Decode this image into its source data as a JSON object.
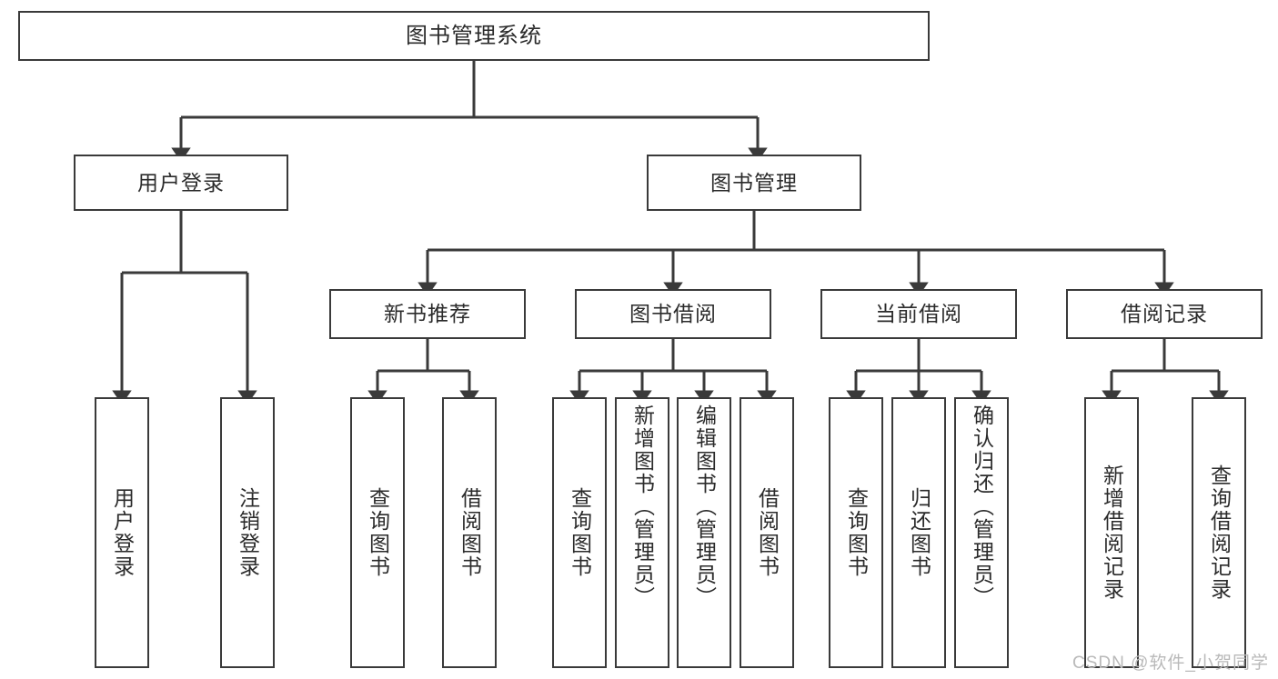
{
  "diagram": {
    "title": "图书管理系统",
    "type": "tree-hierarchy-diagram",
    "colors": {
      "box_border": "#3a3a3a",
      "box_fill": "#ffffff",
      "connector": "#3a3a3a",
      "text": "#2b2b2b",
      "watermark": "#b9b9b9",
      "background": "#ffffff"
    },
    "root": {
      "label": "图书管理系统"
    },
    "level2": [
      {
        "label": "用户登录"
      },
      {
        "label": "图书管理"
      }
    ],
    "level3": [
      {
        "label": "新书推荐"
      },
      {
        "label": "图书借阅"
      },
      {
        "label": "当前借阅"
      },
      {
        "label": "借阅记录"
      }
    ],
    "leaves": [
      {
        "label": "用户登录"
      },
      {
        "label": "注销登录"
      },
      {
        "label": "查询图书"
      },
      {
        "label": "借阅图书"
      },
      {
        "label": "查询图书"
      },
      {
        "label": "新增图书（管理员）"
      },
      {
        "label": "编辑图书（管理员）"
      },
      {
        "label": "借阅图书"
      },
      {
        "label": "查询图书"
      },
      {
        "label": "归还图书"
      },
      {
        "label": "确认归还（管理员）"
      },
      {
        "label": "新增借阅记录"
      },
      {
        "label": "查询借阅记录"
      }
    ]
  },
  "watermark": {
    "text": "CSDN @软件_小贺同学"
  }
}
